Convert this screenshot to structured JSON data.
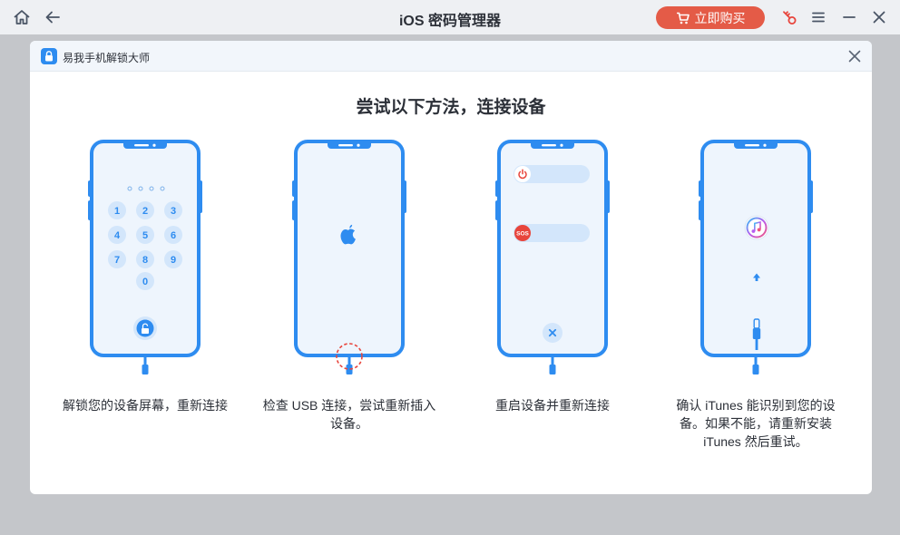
{
  "window": {
    "title": "iOS 密码管理器",
    "buy_label": "立即购买",
    "icons": [
      "home-icon",
      "back-icon",
      "cart-icon",
      "key-icon",
      "menu-icon",
      "minimize-icon",
      "close-icon"
    ]
  },
  "dialog": {
    "title": "易我手机解锁大师",
    "heading": "尝试以下方法，连接设备",
    "steps": [
      {
        "id": "unlock",
        "caption": "解锁您的设备屏幕，重新连接",
        "keys": [
          "1",
          "2",
          "3",
          "4",
          "5",
          "6",
          "7",
          "8",
          "9",
          "0"
        ]
      },
      {
        "id": "usb",
        "caption": "检查 USB 连接，尝试重新插入设备。"
      },
      {
        "id": "restart",
        "caption": "重启设备并重新连接",
        "sos_label": "SOS"
      },
      {
        "id": "itunes",
        "caption": "确认 iTunes 能识别到您的设备。如果不能，请重新安装 iTunes 然后重试。"
      }
    ]
  },
  "colors": {
    "accent": "#2e8cf0",
    "phone_screen": "#eef5fd",
    "buy": "#e45b47",
    "danger": "#e8453c"
  }
}
